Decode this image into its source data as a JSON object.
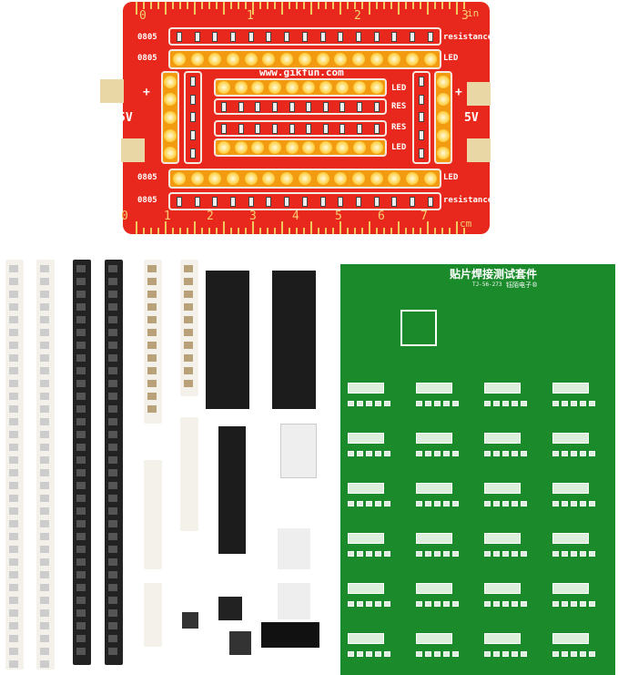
{
  "red_board": {
    "website": "www.gikfun.com",
    "inch_labels": [
      "0",
      "1",
      "2",
      "3"
    ],
    "inch_unit": "in",
    "cm_labels": [
      "0",
      "1",
      "2",
      "3",
      "4",
      "5",
      "6",
      "7"
    ],
    "cm_unit": "cm",
    "size_label": "0805",
    "resistance_label": "resistance",
    "led_label": "LED",
    "res_label": "RES",
    "voltage_label": "5V",
    "plus_label": "+",
    "colors": {
      "board": "#e8281c",
      "led": "#ffd24a"
    }
  },
  "green_pcb": {
    "title": "贴片焊接测试套件",
    "model": "TJ-56-273",
    "brand": "钰陌电子®",
    "colors": {
      "board": "#1a8a2a"
    }
  }
}
